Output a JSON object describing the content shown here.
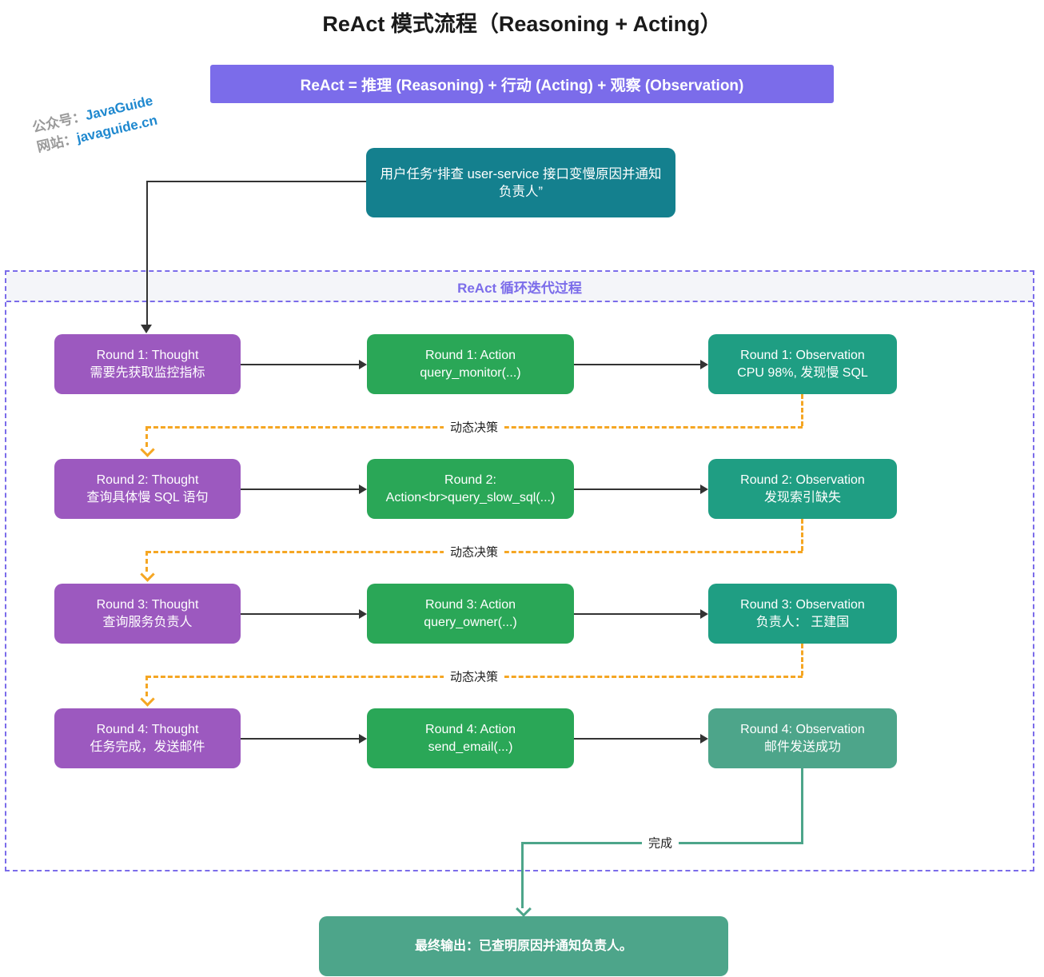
{
  "title": "ReAct 模式流程（Reasoning + Acting）",
  "banner": {
    "text": "ReAct = 推理 (Reasoning) + 行动 (Acting) + 观察 (Observation)"
  },
  "watermark": {
    "line1_prefix": "公众号：",
    "line1_value": "JavaGuide",
    "line2_prefix": "网站：",
    "line2_value": "javaguide.cn"
  },
  "user_task": {
    "text": "用户任务“排查 user-service 接口变慢原因并通知负责人”"
  },
  "loop": {
    "label": "ReAct 循环迭代过程",
    "feedback_label": "动态决策",
    "done_label": "完成",
    "rounds": [
      {
        "thought": {
          "line1": "Round 1: Thought",
          "line2": "需要先获取监控指标"
        },
        "action": {
          "line1": "Round 1: Action",
          "line2": "query_monitor(...)"
        },
        "observation": {
          "line1": "Round 1: Observation",
          "line2": "CPU 98%, 发现慢 SQL"
        }
      },
      {
        "thought": {
          "line1": "Round 2: Thought",
          "line2": "查询具体慢 SQL 语句"
        },
        "action": {
          "line1": "Round 2:",
          "line2": "Action<br>query_slow_sql(...)"
        },
        "observation": {
          "line1": "Round 2: Observation",
          "line2": "发现索引缺失"
        }
      },
      {
        "thought": {
          "line1": "Round 3: Thought",
          "line2": "查询服务负责人"
        },
        "action": {
          "line1": "Round 3: Action",
          "line2": "query_owner(...)"
        },
        "observation": {
          "line1": "Round 3: Observation",
          "line2": "负责人： 王建国"
        }
      },
      {
        "thought": {
          "line1": "Round 4: Thought",
          "line2": "任务完成，发送邮件"
        },
        "action": {
          "line1": "Round 4: Action",
          "line2": "send_email(...)"
        },
        "observation": {
          "line1": "Round 4: Observation",
          "line2": "邮件发送成功"
        }
      }
    ]
  },
  "final_output": {
    "text": "最终输出：已查明原因并通知负责人。"
  },
  "colors": {
    "banner_purple": "#7b6cea",
    "thought_purple": "#9c59bf",
    "action_green": "#2aa757",
    "observation_teal": "#1f9e83",
    "muted_teal": "#4da58a",
    "user_task_teal": "#14808e",
    "feedback_orange": "#f5a623",
    "arrow_black": "#333333",
    "watermark_blue": "#1e88cf"
  }
}
